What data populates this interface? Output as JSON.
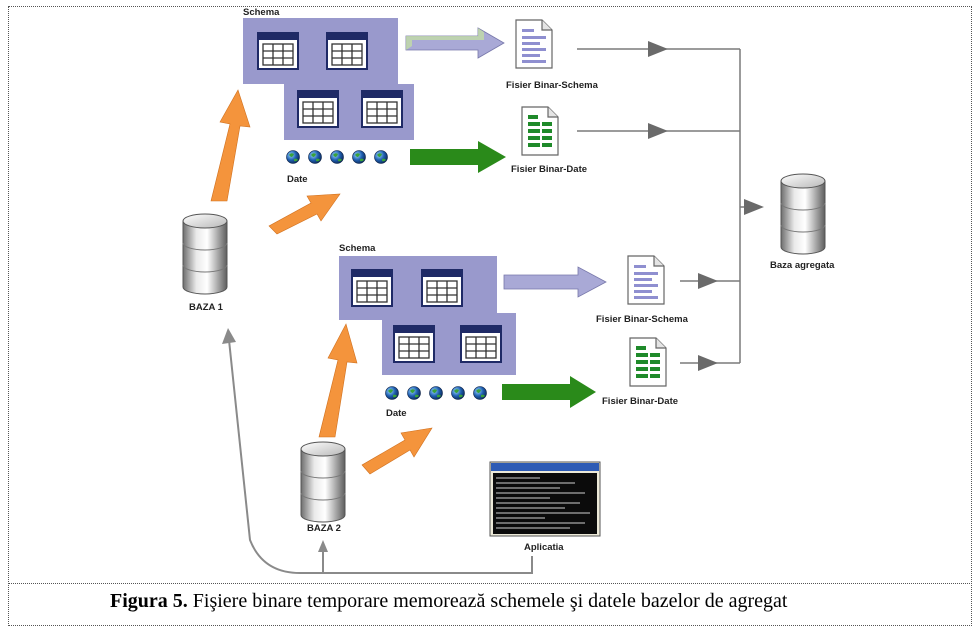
{
  "diagram": {
    "db1_label": "BAZA 1",
    "db2_label": "BAZA 2",
    "aggregate_label": "Baza agregata",
    "top": {
      "schema_label": "Schema",
      "data_label": "Date",
      "file_schema_label": "Fisier Binar-Schema",
      "file_data_label": "Fisier Binar-Date"
    },
    "bottom": {
      "schema_label": "Schema",
      "data_label": "Date",
      "file_schema_label": "Fisier Binar-Schema",
      "file_data_label": "Fisier Binar-Date"
    },
    "app_label": "Aplicatia"
  },
  "caption": {
    "figure_number": "Figura 5.",
    "text": " Fişiere binare temporare memorează schemele şi datele bazelor de agregat"
  },
  "colors": {
    "schema_panel": "#9999cc",
    "orange_arrow": "#f4943c",
    "green_arrow": "#2a8a1a",
    "lavender_arrow": "#a9a9d6",
    "gray_connector": "#7a7a7a",
    "schema_file_lines": "#8f8fd0",
    "data_file_blocks": "#1f8a2a"
  }
}
